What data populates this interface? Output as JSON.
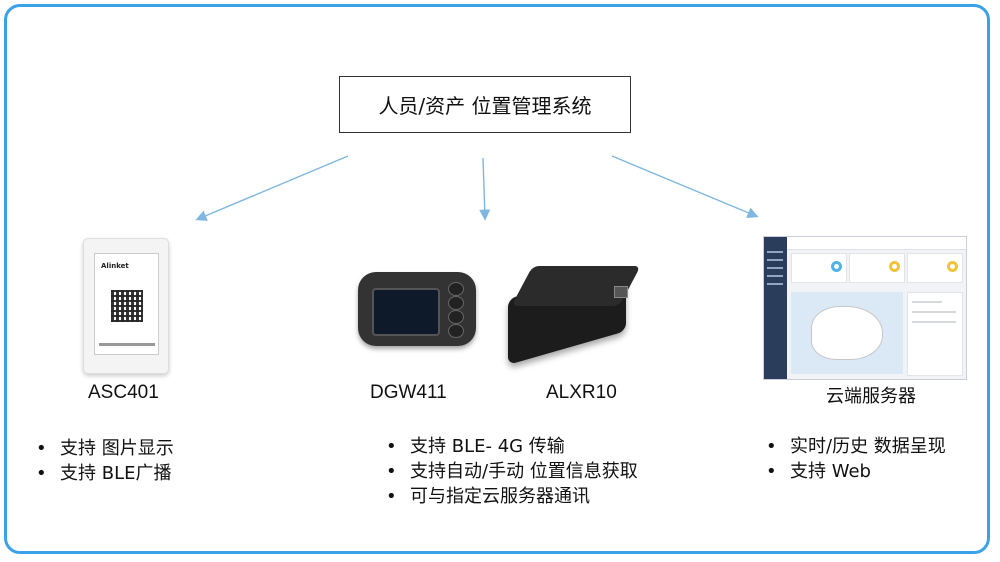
{
  "title": "人员/资产 位置管理系统",
  "colors": {
    "frame": "#3aa2e6",
    "arrow": "#7fb7e0"
  },
  "devices": [
    {
      "name": "ASC401",
      "features": [
        "支持 图片显示",
        "支持 BLE广播"
      ]
    },
    {
      "name": "DGW411"
    },
    {
      "name": "ALXR10",
      "features": [
        "支持 BLE- 4G 传输",
        "支持自动/手动 位置信息获取",
        "可与指定云服务器通讯"
      ]
    },
    {
      "name": "云端服务器",
      "features": [
        "实时/历史 数据呈现",
        "支持 Web"
      ]
    }
  ],
  "badge_brand": "Alinket",
  "icons": {
    "arrow": "arrow-down-icon"
  }
}
